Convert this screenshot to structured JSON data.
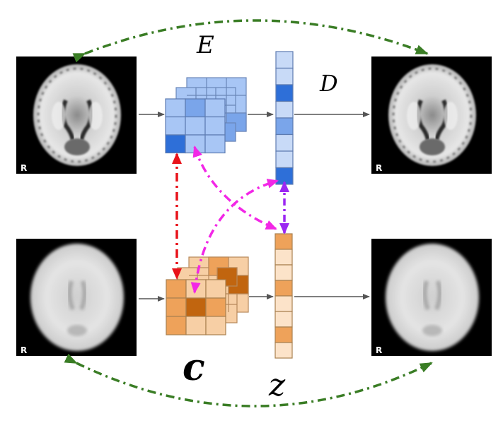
{
  "labels": {
    "encoder": "E",
    "decoder": "D",
    "content": "c",
    "latent": "z"
  },
  "scan_markers": {
    "top_left": "R",
    "top_right": "R",
    "bottom_left": "R",
    "bottom_right": "R"
  },
  "colors": {
    "blue_grid_light": "#a8c6f5",
    "blue_grid_mid": "#7aa5ea",
    "blue_grid_dark": "#2e6fd8",
    "blue_vector_light": "#c8daf7",
    "orange_grid_light": "#f7cfa5",
    "orange_grid_mid": "#eea25a",
    "orange_grid_dark": "#c1650f",
    "green_cycle": "#3a7d25",
    "red_link": "#e8121a",
    "magenta_link": "#f227e6",
    "purple_link": "#9b27f2",
    "flow_arrow": "#555555"
  },
  "blue_vector_cells": [
    "light",
    "light",
    "dark",
    "light",
    "mid",
    "light",
    "light",
    "dark"
  ],
  "orange_vector_cells": [
    "mid",
    "light",
    "light",
    "mid",
    "light",
    "light",
    "mid",
    "light"
  ],
  "blue_front_grid": [
    [
      "light",
      "mid",
      "light"
    ],
    [
      "light",
      "light",
      "light"
    ],
    [
      "dark",
      "light",
      "light"
    ]
  ],
  "orange_front_grid": [
    [
      "mid",
      "light",
      "light"
    ],
    [
      "mid",
      "dark",
      "mid"
    ],
    [
      "mid",
      "light",
      "light"
    ]
  ]
}
